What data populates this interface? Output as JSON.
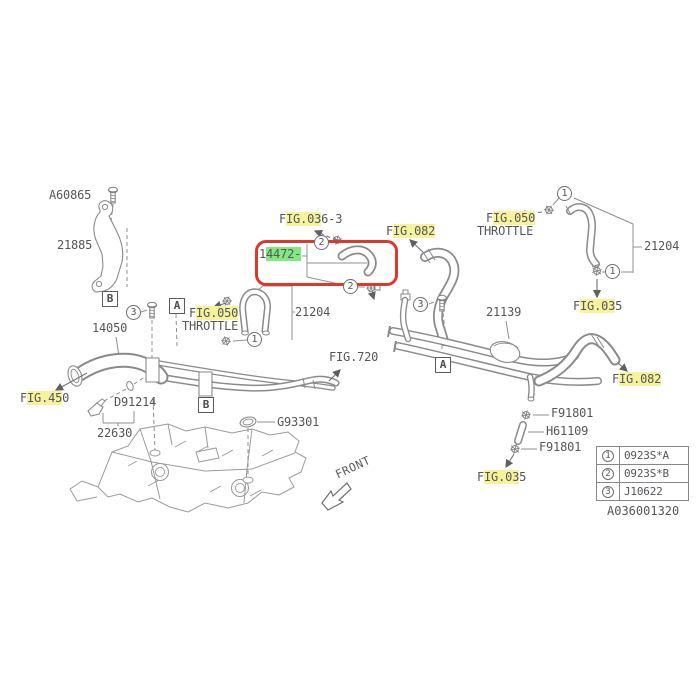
{
  "colors": {
    "highlight_yellow": "#f7f29c",
    "highlight_green": "#82e87f",
    "selection_box_red": "#d93a2b",
    "line_gray": "#8a8a8a",
    "text_gray": "#55565a"
  },
  "drawing_number": "A036001320",
  "front_label": "FRONT",
  "selected_part": {
    "pre": "1",
    "hi": "4472-"
  },
  "parts": [
    {
      "id": "A60865",
      "text": "A60865"
    },
    {
      "id": "21885",
      "text": "21885"
    },
    {
      "id": "14050",
      "text": "14050"
    },
    {
      "id": "21204-left",
      "text": "21204"
    },
    {
      "id": "21139",
      "text": "21139"
    },
    {
      "id": "21204-right",
      "text": "21204"
    },
    {
      "id": "D91214",
      "text": "D91214"
    },
    {
      "id": "22630",
      "text": "22630"
    },
    {
      "id": "G93301",
      "text": "G93301"
    },
    {
      "id": "F91801-upper",
      "text": "F91801"
    },
    {
      "id": "H61109",
      "text": "H61109"
    },
    {
      "id": "F91801-lower",
      "text": "F91801"
    }
  ],
  "figs": [
    {
      "id": "fig036",
      "pre": "F",
      "hi": "IG.03",
      "post": "6-3",
      "sub": ""
    },
    {
      "id": "fig082-top",
      "pre": "F",
      "hi": "IG.082",
      "post": "",
      "sub": ""
    },
    {
      "id": "fig050-right",
      "pre": "F",
      "hi": "IG.050",
      "post": "",
      "sub": "THROTTLE"
    },
    {
      "id": "fig035-right",
      "pre": "F",
      "hi": "IG.03",
      "post": "5",
      "sub": ""
    },
    {
      "id": "fig082-mid",
      "pre": "F",
      "hi": "IG.082",
      "post": "",
      "sub": ""
    },
    {
      "id": "fig035-bottom",
      "pre": "F",
      "hi": "IG.03",
      "post": "5",
      "sub": ""
    },
    {
      "id": "fig050-left",
      "pre": "F",
      "hi": "IG.050",
      "post": "",
      "sub": "THROTTLE"
    },
    {
      "id": "fig450",
      "pre": "F",
      "hi": "IG.45",
      "post": "0",
      "sub": ""
    },
    {
      "id": "fig720",
      "pre": "FIG.720",
      "hi": "",
      "post": "",
      "sub": ""
    }
  ],
  "callouts": [
    "3",
    "1",
    "2",
    "2",
    "1",
    "1",
    "3"
  ],
  "ref_boxes": [
    "B",
    "A",
    "B",
    "A"
  ],
  "callout_legend": {
    "rows": [
      {
        "num": "1",
        "code": "0923S*A"
      },
      {
        "num": "2",
        "code": "0923S*B"
      },
      {
        "num": "3",
        "code": "J10622"
      }
    ]
  }
}
